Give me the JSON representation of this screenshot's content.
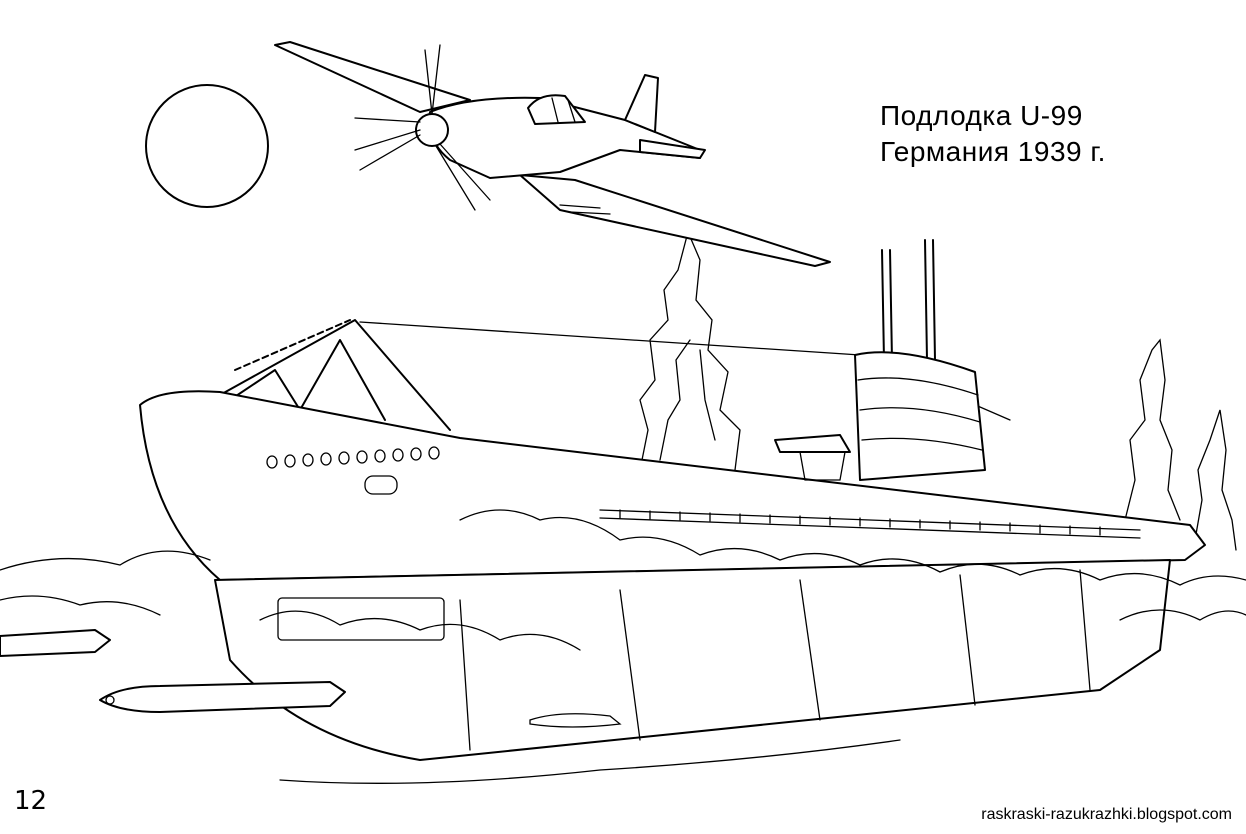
{
  "caption": {
    "line1": "Подлодка U-99",
    "line2": "Германия 1939 г."
  },
  "page_number": "12",
  "website": "raskraski-razukrazhki.blogspot.com",
  "colors": {
    "ink": "#000000",
    "paper": "#ffffff"
  }
}
